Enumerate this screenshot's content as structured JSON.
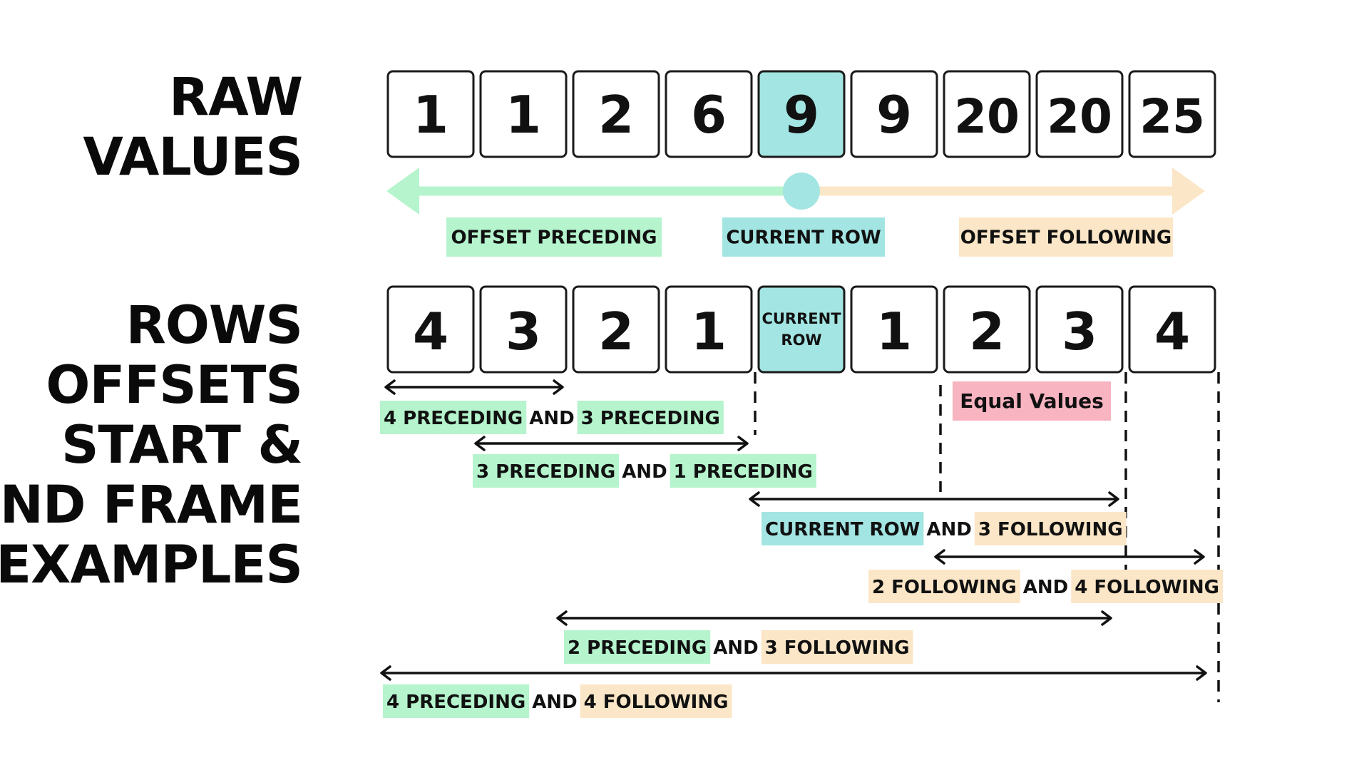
{
  "titles": {
    "raw": [
      "RAW",
      "VALUES"
    ],
    "rows": [
      "ROWS",
      "OFFSETS",
      "START &",
      "END FRAME",
      "EXAMPLES"
    ]
  },
  "raw_values": [
    "1",
    "1",
    "2",
    "6",
    "9",
    "9",
    "20",
    "20",
    "25"
  ],
  "current_index": 4,
  "row_offsets": [
    "4",
    "3",
    "2",
    "1",
    "CURRENT ROW",
    "1",
    "2",
    "3",
    "4"
  ],
  "direction_labels": {
    "preceding": "OFFSET PRECEDING",
    "current": "CURRENT ROW",
    "following": "OFFSET FOLLOWING"
  },
  "equal_values_label": "Equal Values",
  "frames": [
    {
      "start": "4 PRECEDING",
      "joiner": "AND",
      "end": "3 PRECEDING"
    },
    {
      "start": "3 PRECEDING",
      "joiner": "AND",
      "end": "1 PRECEDING"
    },
    {
      "start": "CURRENT ROW",
      "joiner": "AND",
      "end": "3 FOLLOWING"
    },
    {
      "start": "2 FOLLOWING",
      "joiner": "AND",
      "end": "4 FOLLOWING"
    },
    {
      "start": "2 PRECEDING",
      "joiner": "AND",
      "end": "3 FOLLOWING"
    },
    {
      "start": "4 PRECEDING",
      "joiner": "AND",
      "end": "4 FOLLOWING"
    }
  ],
  "colors": {
    "preceding": "#b5f4cd",
    "current": "#a3e5e3",
    "following": "#fbe6c7",
    "equal": "#f8b4c1",
    "ink": "#111111",
    "box_border": "#1a1a1a"
  }
}
